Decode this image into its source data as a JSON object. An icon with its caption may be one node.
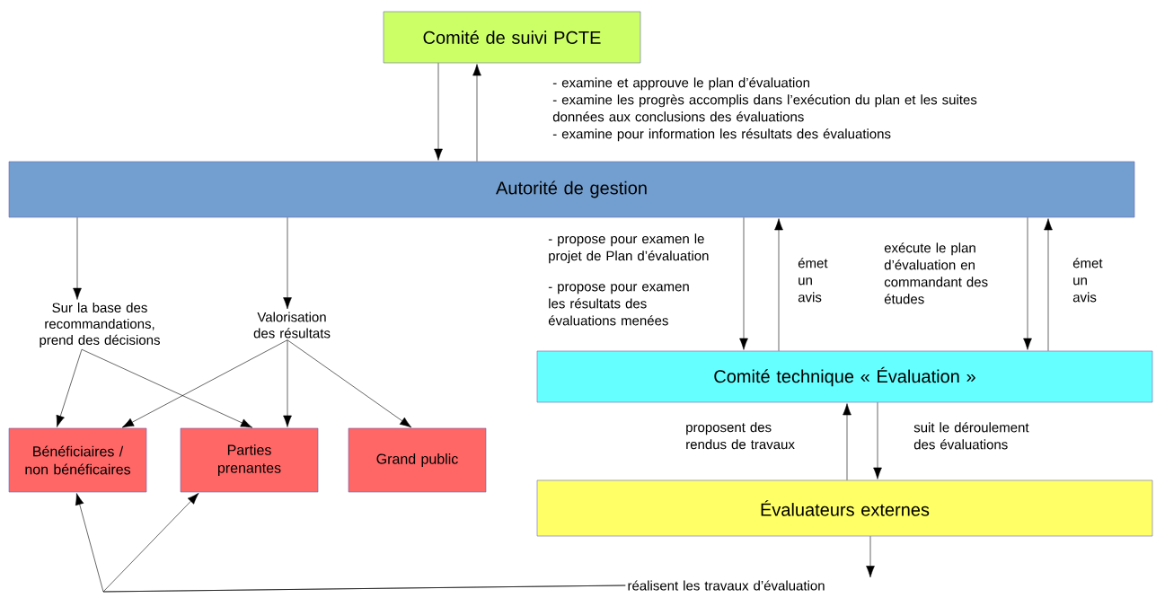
{
  "diagram": {
    "nodes": [
      {
        "text": [
          "Comité de suivi PCTE"
        ]
      },
      {
        "text": [
          "Autorité de gestion"
        ]
      },
      {
        "text": [
          "Comité technique « Évaluation »"
        ]
      },
      {
        "text": [
          "Évaluateurs externes"
        ]
      },
      {
        "text": [
          "Bénéficiaires / non bénéficaires"
        ]
      },
      {
        "text": [
          "Parties prenantes"
        ]
      },
      {
        "text": [
          "Grand public"
        ]
      },
      {
        "text": [
          "Sur la base des recommandations, prend des décisions"
        ]
      },
      {
        "text": [
          "Valorisation des résultats"
        ]
      },
      {
        "text": [
          "réalisent les travaux d’évaluation"
        ]
      }
    ],
    "edges": [
      {
        "from": 0,
        "to": 1,
        "arrow": "to"
      },
      {
        "from": 1,
        "to": 0,
        "arrow": "to"
      },
      {
        "from": 1,
        "to": 7,
        "arrow": "to"
      },
      {
        "from": 1,
        "to": 8,
        "arrow": "to"
      },
      {
        "from": 7,
        "to": 4,
        "arrow": "to"
      },
      {
        "from": 7,
        "to": 5,
        "arrow": "to"
      },
      {
        "from": 8,
        "to": 4,
        "arrow": "to"
      },
      {
        "from": 8,
        "to": 5,
        "arrow": "to"
      },
      {
        "from": 8,
        "to": 6,
        "arrow": "to"
      },
      {
        "from": 1,
        "to": 2,
        "arrow": "to"
      },
      {
        "from": 2,
        "to": 1,
        "arrow": "to"
      },
      {
        "from": 1,
        "to": 2,
        "arrow": "to"
      },
      {
        "from": 2,
        "to": 1,
        "arrow": "to"
      },
      {
        "from": 3,
        "to": 2,
        "arrow": "to"
      },
      {
        "from": 2,
        "to": 3,
        "arrow": "to"
      },
      {
        "from": 3,
        "to": 9,
        "arrow": "to"
      },
      {
        "from": 9,
        "to": 4,
        "arrow": "to"
      },
      {
        "from": 9,
        "to": 5,
        "arrow": "to"
      }
    ],
    "labels": [
      "- examine et approuve le plan d’évaluation",
      "- examine les progrès accomplis dans l’exécution du plan et les suites données aux conclusions des évaluations",
      "- examine pour information les résultats des évaluations",
      "- propose pour examen le projet de Plan d’évaluation",
      "- propose pour examen les résultats des évaluations menées",
      "émet un avis",
      "exécute le plan d’évaluation en commandant des études",
      "émet un avis",
      "proposent des rendus de travaux",
      "suit le déroulement des évaluations"
    ]
  }
}
